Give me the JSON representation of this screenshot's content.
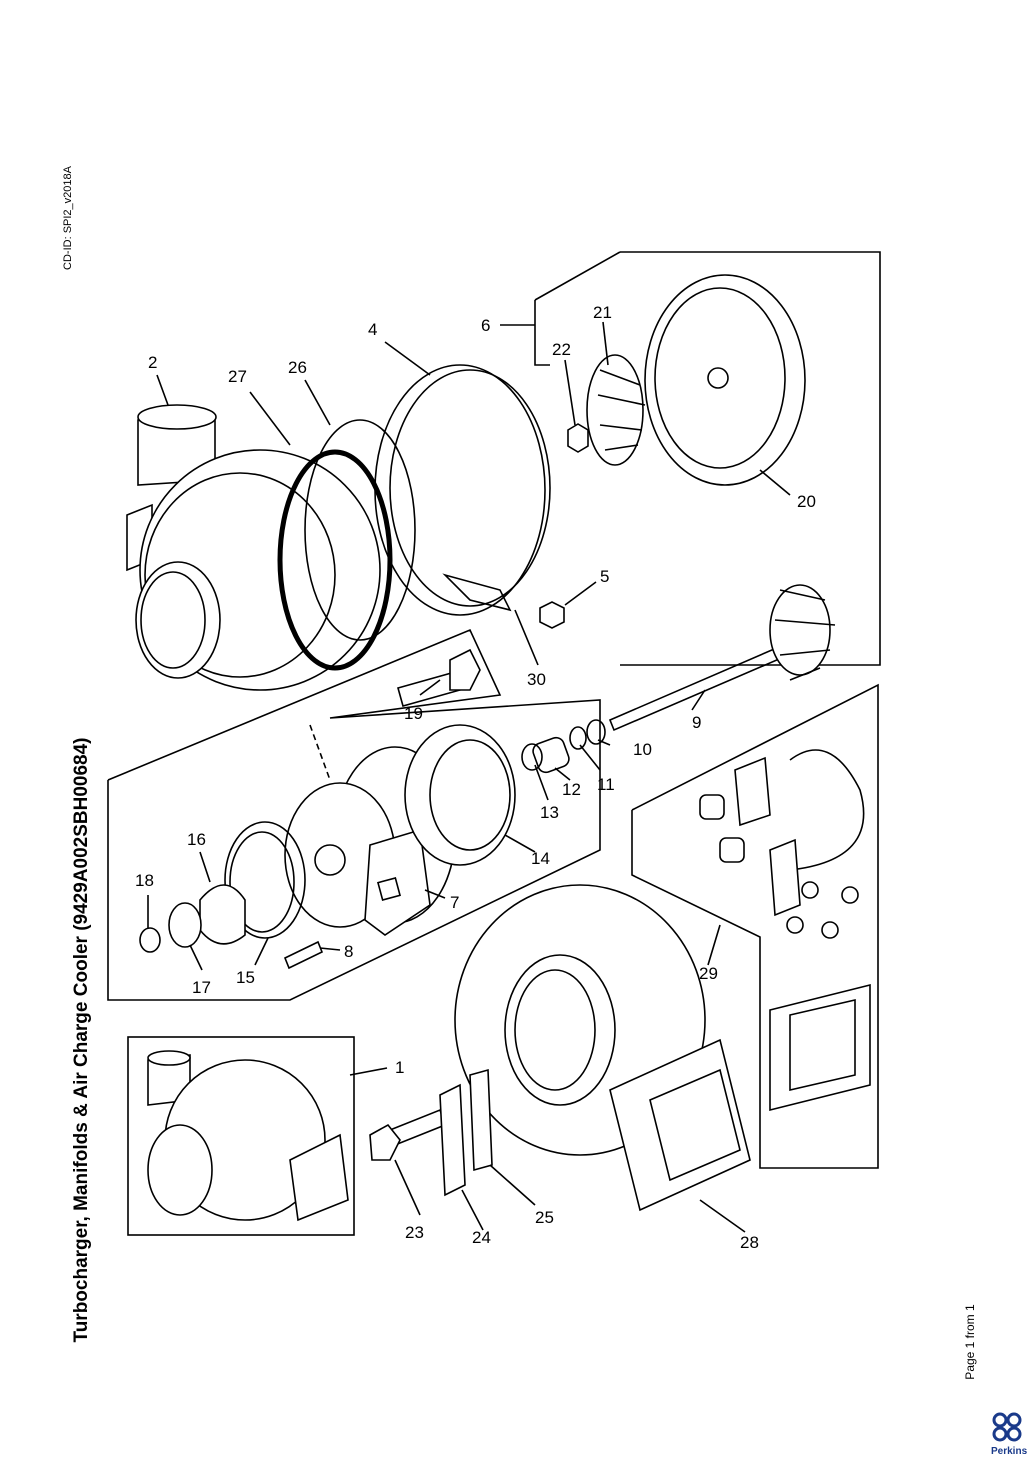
{
  "document": {
    "title": "Turbocharger, Manifolds & Air Charge Cooler (9429A002SBH00684)",
    "cd_id": "CD-ID: SPI2_v2018A",
    "page": "Page 1 from 1",
    "logo_text": "Perkins"
  },
  "callouts": [
    "1",
    "2",
    "4",
    "5",
    "6",
    "7",
    "8",
    "9",
    "10",
    "11",
    "12",
    "13",
    "14",
    "15",
    "16",
    "17",
    "18",
    "19",
    "20",
    "21",
    "22",
    "23",
    "24",
    "25",
    "26",
    "27",
    "28",
    "29",
    "30"
  ],
  "colors": {
    "ink": "#000000",
    "logo": "#1a3a8a"
  }
}
